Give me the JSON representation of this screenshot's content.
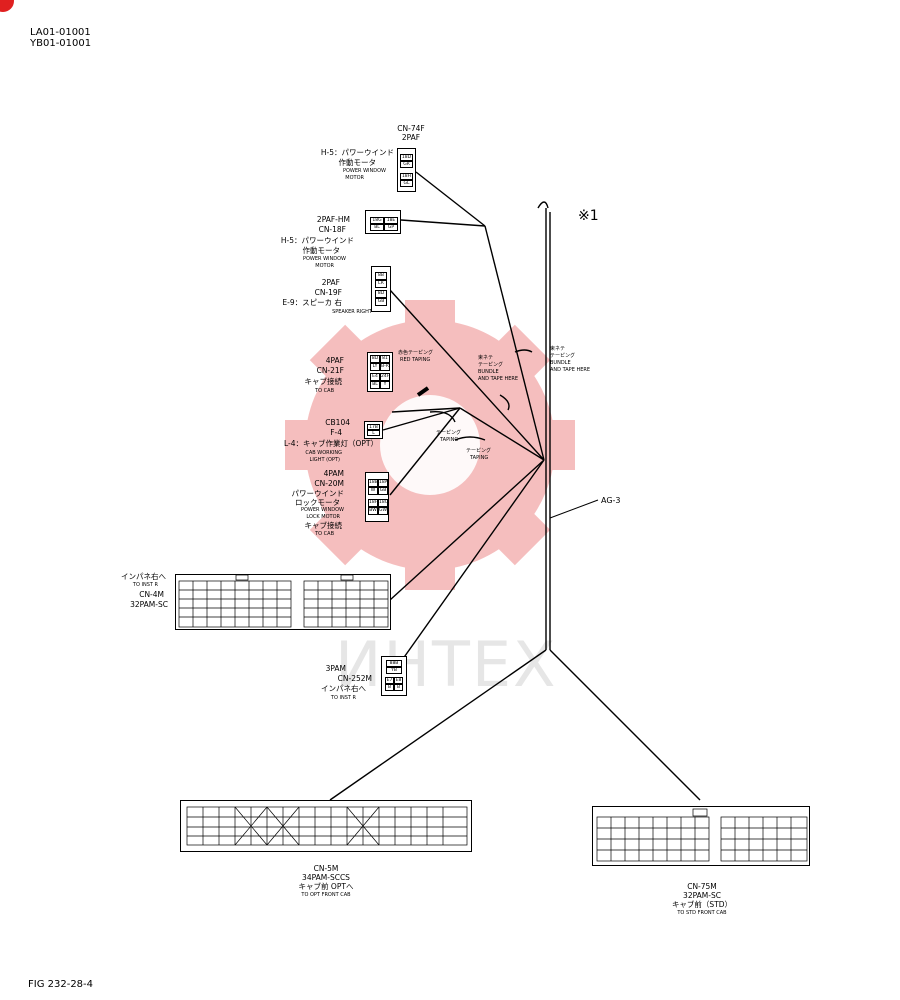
{
  "header": {
    "line1": "LA01-01001",
    "line2": "YB01-01001"
  },
  "marker": "※1",
  "figure_id": "FIG 232-28-4",
  "harness_label": "AG-3",
  "watermark": "ИНТЕХ",
  "connectors": {
    "cn74f": {
      "name": "CN-74F",
      "type": "2PAF",
      "code": "H-5：パワーウインド",
      "jp": "作動モータ",
      "en1": "POWER WINDOW",
      "en2": "MOTOR",
      "pins": [
        "18D",
        "GR",
        "18H",
        "GL"
      ]
    },
    "cn18f": {
      "type": "2PAF-HM",
      "name": "CN-18F",
      "code": "H-5：パワーウインド",
      "jp": "作動モータ",
      "en1": "POWER WINDOW",
      "en2": "MOTOR",
      "pins": [
        "18G",
        "18E",
        "BL",
        "GP"
      ]
    },
    "cn19f": {
      "type": "2PAF",
      "name": "CN-19F",
      "code": "E-9：スピーカ 右",
      "en1": "SPEAKER RIGHT",
      "pins": [
        "8B",
        "LR",
        "8D",
        "GB"
      ]
    },
    "cn21f": {
      "type": "4PAF",
      "name": "CN-21F",
      "jp": "キャブ接続",
      "en1": "TO CAB",
      "pins": [
        "8D",
        "81",
        "LY",
        "B-R",
        "E4",
        "24F",
        "BL",
        "Y"
      ]
    },
    "cb104": {
      "name": "CB104",
      "type": "F-4",
      "code": "L-4：キャブ作業灯（OPT）",
      "en1": "CAB WORKING",
      "en2": "LIGHT (OPT)",
      "pins": [
        "17B",
        "L"
      ]
    },
    "cn20m": {
      "type": "4PAM",
      "name": "CN-20M",
      "jp1": "パワーウインド",
      "jp2": "ロックモータ",
      "en1": "POWER WINDOW",
      "en2": "LOCK MOTOR",
      "jp3": "キャブ接続",
      "en3": "TO CAB",
      "pins": [
        "18B",
        "18A",
        "W",
        "GB",
        "18F",
        "18C",
        "BW",
        "GW"
      ]
    },
    "cn4m": {
      "jp": "インパネ右へ",
      "en1": "TO INST R",
      "name": "CN-4M",
      "type": "32PAM-SC"
    },
    "cn252m": {
      "type": "3PAM",
      "name": "CN-252M",
      "jp": "インパネ右へ",
      "en1": "TO INST R",
      "pins": [
        "88B",
        "YB",
        "E7",
        "E8",
        "B",
        "B"
      ]
    },
    "cn5m": {
      "name": "CN-5M",
      "type": "34PAM-SCCS",
      "jp": "キャブ前 OPTへ",
      "en1": "TO OPT FRONT CAB"
    },
    "cn75m": {
      "name": "CN-75M",
      "type": "32PAM-SC",
      "jp": "キャブ前（STD）",
      "en1": "TO STD FRONT CAB"
    }
  },
  "tapings": {
    "red": {
      "jp": "赤色テーピング",
      "en": "RED TAPING"
    },
    "bundle1": {
      "jp": "束ネテ",
      "jp2": "テーピング",
      "en1": "BUNDLE",
      "en2": "AND TAPE HERE"
    },
    "bundle2": {
      "jp": "束ネテ",
      "jp2": "テーピング",
      "en1": "BUNDLE",
      "en2": "AND TAPE HERE"
    },
    "tape1": {
      "jp": "テーピング",
      "en": "TAPING"
    },
    "tape2": {
      "jp": "テーピング",
      "en": "TAPING"
    }
  }
}
